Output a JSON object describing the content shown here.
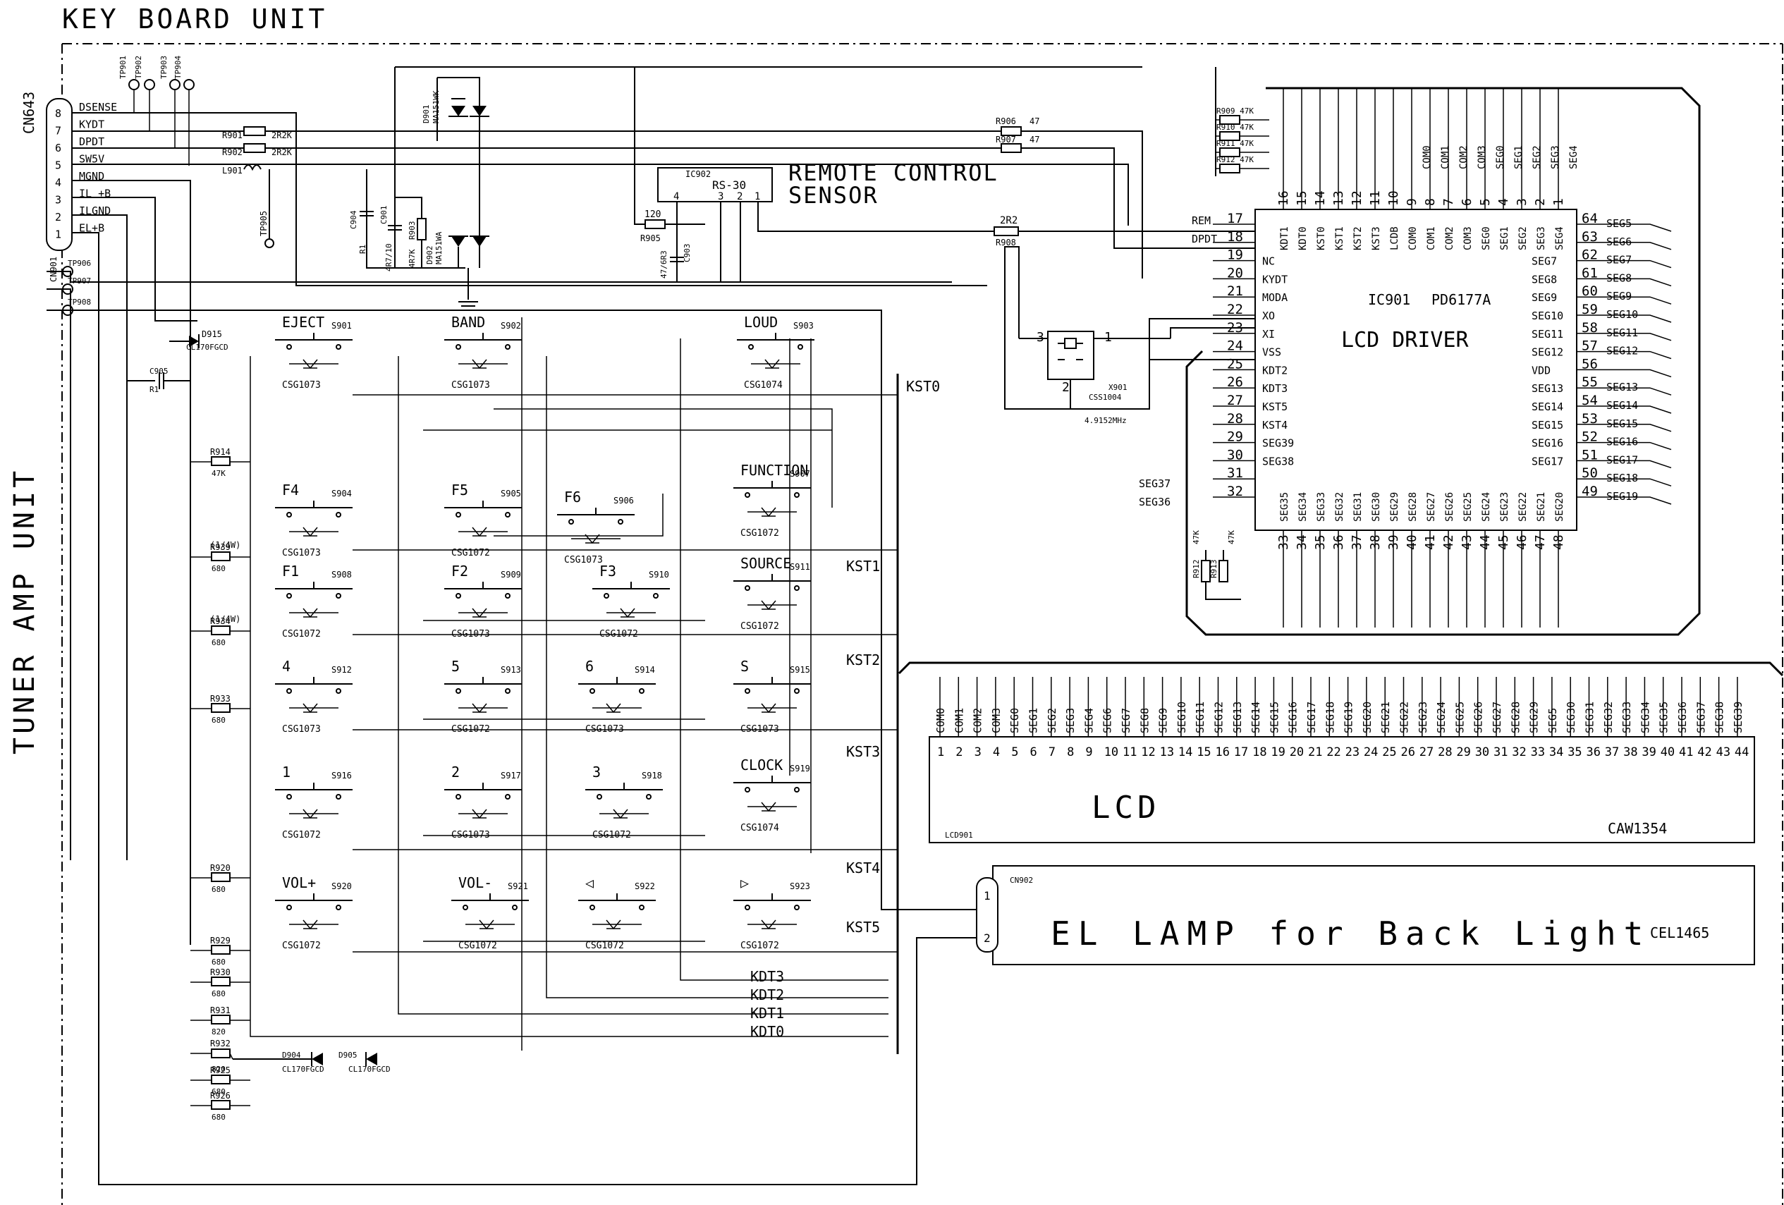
{
  "unit_title": "KEY BOARD UNIT",
  "side_title": "TUNER AMP UNIT",
  "cn643": {
    "ref": "CN643",
    "pins": [
      {
        "num": "8",
        "net": "DSENSE"
      },
      {
        "num": "7",
        "net": "KYDT"
      },
      {
        "num": "6",
        "net": "DPDT"
      },
      {
        "num": "5",
        "net": "SW5V"
      },
      {
        "num": "4",
        "net": "MGND"
      },
      {
        "num": "3",
        "net": "IL +B"
      },
      {
        "num": "2",
        "net": "ILGND"
      },
      {
        "num": "1",
        "net": "EL+B"
      }
    ]
  },
  "cn901": "CN901",
  "test_points": [
    "TP901",
    "TP902",
    "TP903",
    "TP904",
    "TP905",
    "TP906",
    "TP907",
    "TP908"
  ],
  "resistors": [
    {
      "ref": "R901",
      "val": "2R2K"
    },
    {
      "ref": "R902",
      "val": "2R2K"
    },
    {
      "ref": "R906",
      "val": "47"
    },
    {
      "ref": "R907",
      "val": "47"
    },
    {
      "ref": "R905",
      "val": "120"
    },
    {
      "ref": "R908",
      "val": "2R2"
    },
    {
      "ref": "R903",
      "val": "4R7K"
    },
    {
      "ref": "R909",
      "val": "47K"
    },
    {
      "ref": "R910",
      "val": "47K"
    },
    {
      "ref": "R911",
      "val": "47K"
    },
    {
      "ref": "R912",
      "val": "47K"
    },
    {
      "ref": "R913",
      "val": "47K"
    },
    {
      "ref": "R914",
      "val": "47K"
    },
    {
      "ref": "R939",
      "val": "680"
    },
    {
      "ref": "R934",
      "val": "680"
    },
    {
      "ref": "R933",
      "val": "680"
    },
    {
      "ref": "R920",
      "val": "680"
    },
    {
      "ref": "R929",
      "val": "680"
    },
    {
      "ref": "R930",
      "val": "680"
    },
    {
      "ref": "R931",
      "val": "820"
    },
    {
      "ref": "R932",
      "val": "820"
    },
    {
      "ref": "R925",
      "val": "680"
    },
    {
      "ref": "R926",
      "val": "680"
    }
  ],
  "power_note": "(1/4W)",
  "caps": [
    {
      "ref": "C904",
      "val": "R1"
    },
    {
      "ref": "C901",
      "val": "4R7/10"
    },
    {
      "ref": "C903",
      "val": "47/6R3"
    },
    {
      "ref": "C905",
      "val": "R1"
    }
  ],
  "l901": "L901",
  "diodes": [
    {
      "ref": "D901",
      "part": "MA151WK"
    },
    {
      "ref": "D902",
      "part": "MA151WA"
    },
    {
      "ref": "D915",
      "part": "CL170FGCD"
    },
    {
      "ref": "D904",
      "part": "CL170FGCD"
    },
    {
      "ref": "D905",
      "part": "CL170FGCD"
    }
  ],
  "remote": {
    "ic": "IC902",
    "part": "RS-30",
    "label1": "REMOTE CONTROL",
    "label2": "SENSOR",
    "pins": [
      "4",
      "3",
      "2",
      "1"
    ]
  },
  "crystal": {
    "ref": "X901",
    "part": "CSS1004",
    "freq": "4.9152MHz",
    "pins": [
      "3",
      "1",
      "2"
    ]
  },
  "ic901": {
    "ref": "IC901",
    "part": "PD6177A",
    "name": "LCD DRIVER",
    "top_pins": [
      {
        "n": "16",
        "s": "KDT1"
      },
      {
        "n": "15",
        "s": "KDT0"
      },
      {
        "n": "14",
        "s": "KST0"
      },
      {
        "n": "13",
        "s": "KST1"
      },
      {
        "n": "12",
        "s": "KST2"
      },
      {
        "n": "11",
        "s": "KST3"
      },
      {
        "n": "10",
        "s": "LCDB"
      },
      {
        "n": "9",
        "s": "COM0"
      },
      {
        "n": "8",
        "s": "COM1"
      },
      {
        "n": "7",
        "s": "COM2"
      },
      {
        "n": "6",
        "s": "COM3"
      },
      {
        "n": "5",
        "s": "SEG0"
      },
      {
        "n": "4",
        "s": "SEG1"
      },
      {
        "n": "3",
        "s": "SEG2"
      },
      {
        "n": "2",
        "s": "SEG3"
      },
      {
        "n": "1",
        "s": "SEG4"
      }
    ],
    "top_nets": [
      "COM0",
      "COM1",
      "COM2",
      "COM3",
      "SEG0",
      "SEG1",
      "SEG2",
      "SEG3",
      "SEG4"
    ],
    "left_pins": [
      {
        "n": "17",
        "s": "",
        "net": "REM"
      },
      {
        "n": "18",
        "s": "",
        "net": "DPDT"
      },
      {
        "n": "19",
        "s": "NC",
        "net": ""
      },
      {
        "n": "20",
        "s": "KYDT",
        "net": ""
      },
      {
        "n": "21",
        "s": "MODA",
        "net": ""
      },
      {
        "n": "22",
        "s": "XO",
        "net": ""
      },
      {
        "n": "23",
        "s": "XI",
        "net": ""
      },
      {
        "n": "24",
        "s": "VSS",
        "net": ""
      },
      {
        "n": "25",
        "s": "KDT2",
        "net": ""
      },
      {
        "n": "26",
        "s": "KDT3",
        "net": ""
      },
      {
        "n": "27",
        "s": "KST5",
        "net": ""
      },
      {
        "n": "28",
        "s": "KST4",
        "net": ""
      },
      {
        "n": "29",
        "s": "SEG39",
        "net": ""
      },
      {
        "n": "30",
        "s": "SEG38",
        "net": ""
      },
      {
        "n": "31",
        "s": "",
        "net": "SEG37"
      },
      {
        "n": "32",
        "s": "",
        "net": "SEG36"
      }
    ],
    "right_pins": [
      {
        "n": "64",
        "s": "",
        "net": "SEG5"
      },
      {
        "n": "63",
        "s": "",
        "net": "SEG6"
      },
      {
        "n": "62",
        "s": "SEG7",
        "net": "SEG7"
      },
      {
        "n": "61",
        "s": "SEG8",
        "net": "SEG8"
      },
      {
        "n": "60",
        "s": "SEG9",
        "net": "SEG9"
      },
      {
        "n": "59",
        "s": "SEG10",
        "net": "SEG10"
      },
      {
        "n": "58",
        "s": "SEG11",
        "net": "SEG11"
      },
      {
        "n": "57",
        "s": "SEG12",
        "net": "SEG12"
      },
      {
        "n": "56",
        "s": "VDD",
        "net": ""
      },
      {
        "n": "55",
        "s": "SEG13",
        "net": "SEG13"
      },
      {
        "n": "54",
        "s": "SEG14",
        "net": "SEG14"
      },
      {
        "n": "53",
        "s": "SEG15",
        "net": "SEG15"
      },
      {
        "n": "52",
        "s": "SEG16",
        "net": "SEG16"
      },
      {
        "n": "51",
        "s": "SEG17",
        "net": "SEG17"
      },
      {
        "n": "50",
        "s": "",
        "net": "SEG18"
      },
      {
        "n": "49",
        "s": "",
        "net": "SEG19"
      }
    ],
    "bottom_pins": [
      {
        "n": "33",
        "s": "SEG35"
      },
      {
        "n": "34",
        "s": "SEG34"
      },
      {
        "n": "35",
        "s": "SEG33"
      },
      {
        "n": "36",
        "s": "SEG32"
      },
      {
        "n": "37",
        "s": "SEG31"
      },
      {
        "n": "38",
        "s": "SEG30"
      },
      {
        "n": "39",
        "s": "SEG29"
      },
      {
        "n": "40",
        "s": "SEG28"
      },
      {
        "n": "41",
        "s": "SEG27"
      },
      {
        "n": "42",
        "s": "SEG26"
      },
      {
        "n": "43",
        "s": "SEG25"
      },
      {
        "n": "44",
        "s": "SEG24"
      },
      {
        "n": "45",
        "s": "SEG23"
      },
      {
        "n": "46",
        "s": "SEG22"
      },
      {
        "n": "47",
        "s": "SEG21"
      },
      {
        "n": "48",
        "s": "SEG20"
      }
    ]
  },
  "lcd": {
    "label": "LCD",
    "ref": "LCD901",
    "part": "CAW1354",
    "pins": [
      "COM0",
      "COM1",
      "COM2",
      "COM3",
      "SEG0",
      "SEG1",
      "SEG2",
      "SEG3",
      "SEG4",
      "SEG6",
      "SEG7",
      "SEG8",
      "SEG9",
      "SEG10",
      "SEG11",
      "SEG12",
      "SEG13",
      "SEG14",
      "SEG15",
      "SEG16",
      "SEG17",
      "SEG18",
      "SEG19",
      "SEG20",
      "SEG21",
      "SEG22",
      "SEG23",
      "SEG24",
      "SEG25",
      "SEG26",
      "SEG27",
      "SEG28",
      "SEG29",
      "SEG5",
      "SEG30",
      "SEG31",
      "SEG32",
      "SEG33",
      "SEG34",
      "SEG35",
      "SEG36",
      "SEG37",
      "SEG38",
      "SEG39"
    ]
  },
  "el": {
    "ref": "CN902",
    "label": "EL LAMP for Back Light",
    "part": "CEL1465",
    "pins": [
      "1",
      "2"
    ]
  },
  "switches": [
    {
      "ref": "S901",
      "label": "EJECT",
      "part": "CSG1073"
    },
    {
      "ref": "S902",
      "label": "BAND",
      "part": "CSG1073"
    },
    {
      "ref": "S903",
      "label": "LOUD",
      "part": "CSG1074"
    },
    {
      "ref": "S907",
      "label": "FUNCTION",
      "part": "CSG1072"
    },
    {
      "ref": "S904",
      "label": "F4",
      "part": "CSG1073"
    },
    {
      "ref": "S905",
      "label": "F5",
      "part": "CSG1072"
    },
    {
      "ref": "S906",
      "label": "F6",
      "part": "CSG1073"
    },
    {
      "ref": "S908",
      "label": "F1",
      "part": "CSG1072"
    },
    {
      "ref": "S909",
      "label": "F2",
      "part": "CSG1073"
    },
    {
      "ref": "S910",
      "label": "F3",
      "part": "CSG1072"
    },
    {
      "ref": "S911",
      "label": "SOURCE",
      "part": "CSG1072"
    },
    {
      "ref": "S912",
      "label": "4",
      "part": "CSG1073"
    },
    {
      "ref": "S913",
      "label": "5",
      "part": "CSG1072"
    },
    {
      "ref": "S914",
      "label": "6",
      "part": "CSG1073"
    },
    {
      "ref": "S915",
      "label": "S",
      "part": "CSG1073"
    },
    {
      "ref": "S916",
      "label": "1",
      "part": "CSG1072"
    },
    {
      "ref": "S917",
      "label": "2",
      "part": "CSG1073"
    },
    {
      "ref": "S918",
      "label": "3",
      "part": "CSG1072"
    },
    {
      "ref": "S919",
      "label": "CLOCK",
      "part": "CSG1074"
    },
    {
      "ref": "S920",
      "label": "VOL+",
      "part": "CSG1072"
    },
    {
      "ref": "S921",
      "label": "VOL-",
      "part": "CSG1072"
    },
    {
      "ref": "S922",
      "label": "◁",
      "part": "CSG1072"
    },
    {
      "ref": "S923",
      "label": "▷",
      "part": "CSG1072"
    }
  ],
  "bus": {
    "kst": [
      "KST0",
      "KST1",
      "KST2",
      "KST3",
      "KST4",
      "KST5"
    ],
    "kdt": [
      "KDT3",
      "KDT2",
      "KDT1",
      "KDT0"
    ]
  }
}
